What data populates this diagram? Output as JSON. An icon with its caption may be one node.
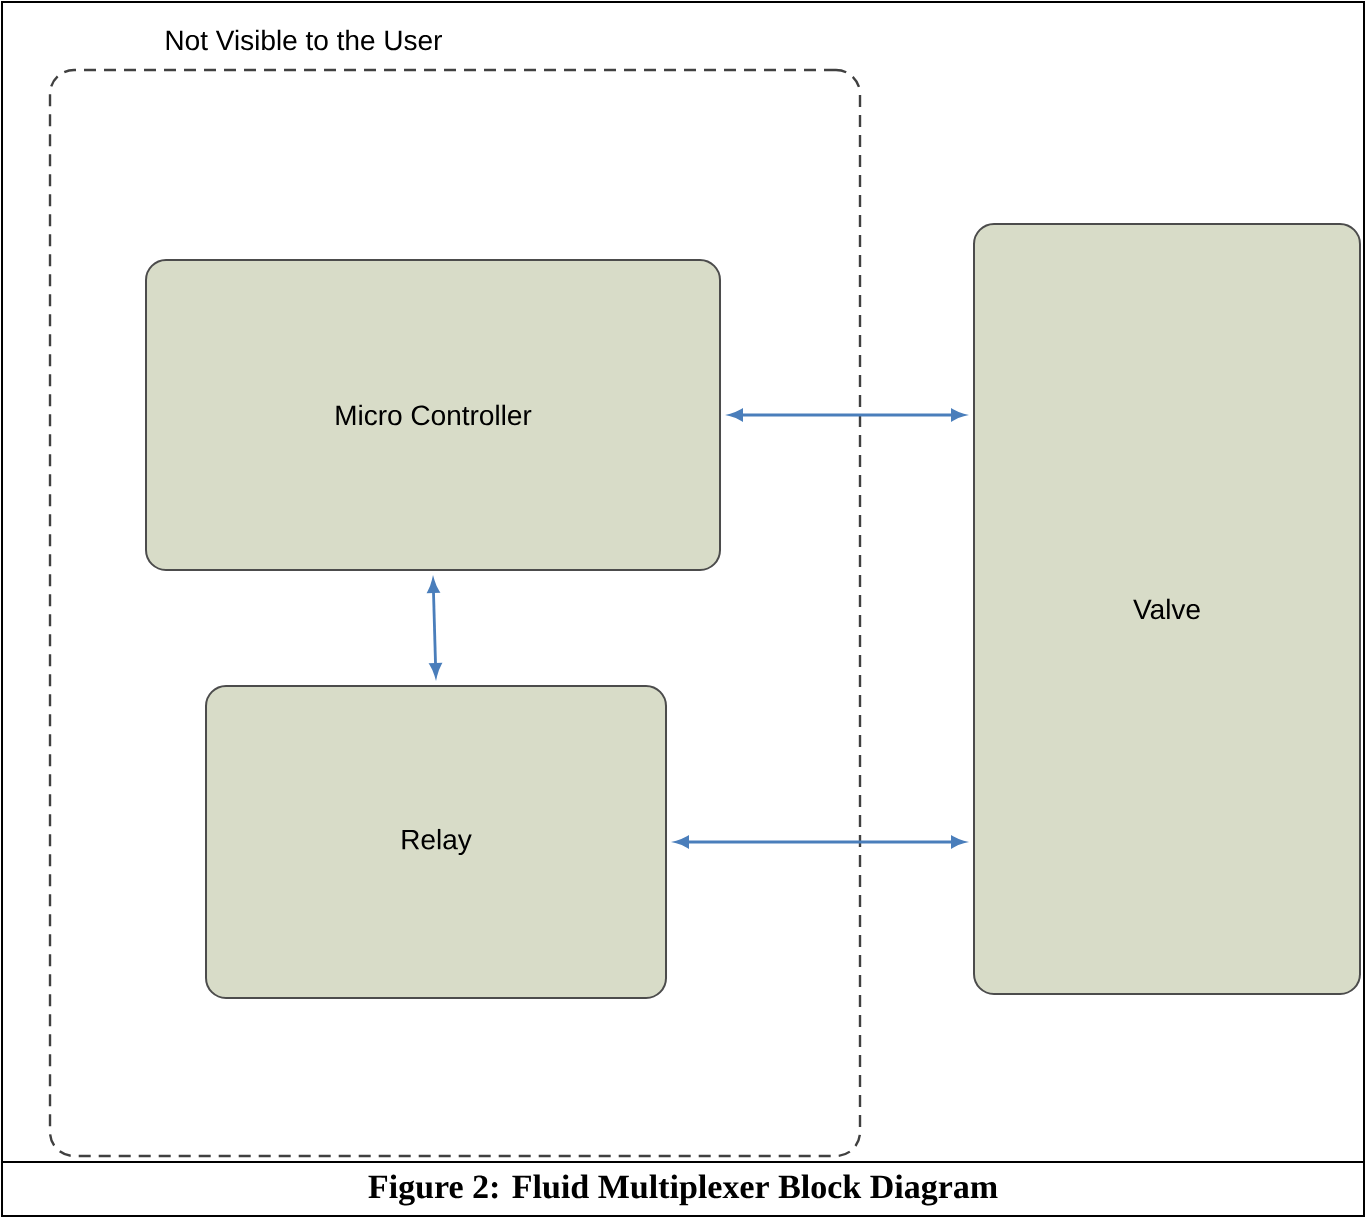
{
  "diagram": {
    "caption": "Figure 2: Fluid Multiplexer Block Diagram",
    "nodes": [
      {
        "text": [
          "Not Visible to the User"
        ]
      },
      {
        "text": [
          "Micro Controller"
        ],
        "in": 0
      },
      {
        "text": [
          "Relay"
        ],
        "in": 0
      },
      {
        "text": [
          "Valve"
        ]
      }
    ],
    "edges": [
      {
        "from": 1,
        "to": 3,
        "arrow": "both"
      },
      {
        "from": 1,
        "to": 2,
        "arrow": "both"
      },
      {
        "from": 2,
        "to": 3,
        "arrow": "both"
      }
    ]
  }
}
